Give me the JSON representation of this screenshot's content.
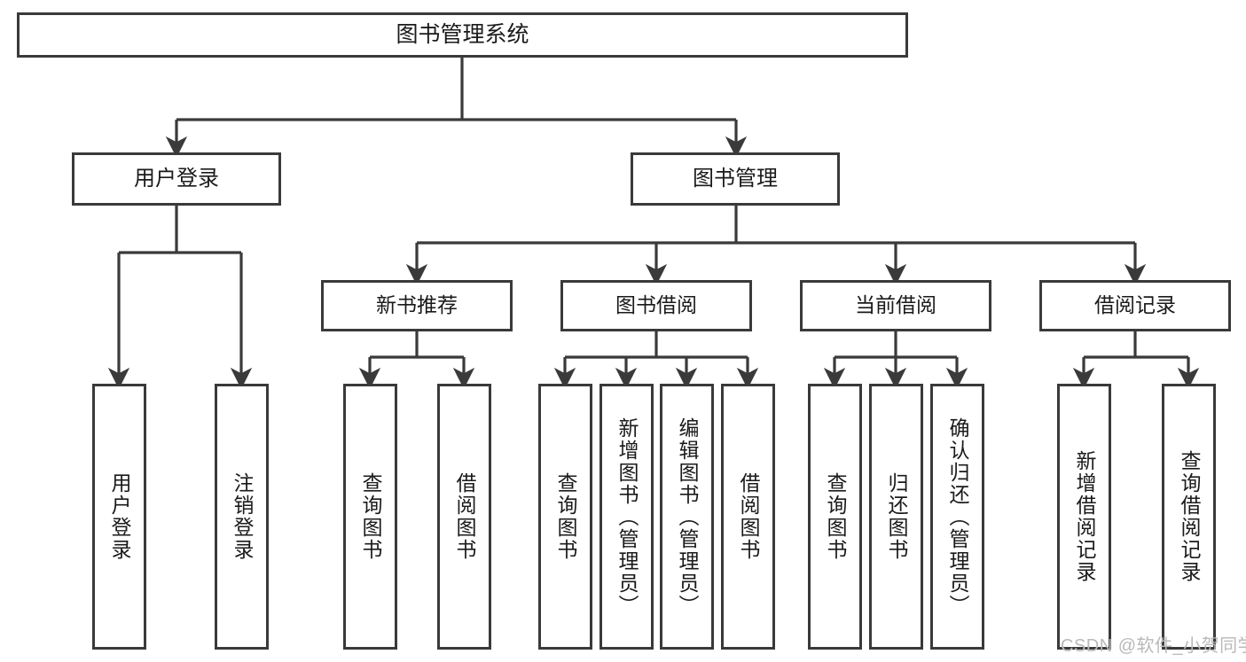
{
  "diagram": {
    "title_node": {
      "label": "图书管理系统"
    },
    "level2": [
      {
        "id": "user-login",
        "label": "用户登录"
      },
      {
        "id": "book-management",
        "label": "图书管理"
      }
    ],
    "level3": [
      {
        "id": "new-book-recommend",
        "label": "新书推荐"
      },
      {
        "id": "book-borrow",
        "label": "图书借阅"
      },
      {
        "id": "current-borrow",
        "label": "当前借阅"
      },
      {
        "id": "borrow-record",
        "label": "借阅记录"
      }
    ],
    "leaves": [
      {
        "id": "leaf-user-login",
        "label": "用户登录"
      },
      {
        "id": "leaf-logout",
        "label": "注销登录"
      },
      {
        "id": "leaf-query-book-1",
        "label": "查询图书"
      },
      {
        "id": "leaf-borrow-book-1",
        "label": "借阅图书"
      },
      {
        "id": "leaf-query-book-2",
        "label": "查询图书"
      },
      {
        "id": "leaf-add-book",
        "label": "新增图书（管理员）"
      },
      {
        "id": "leaf-edit-book",
        "label": "编辑图书（管理员）"
      },
      {
        "id": "leaf-borrow-book-2",
        "label": "借阅图书"
      },
      {
        "id": "leaf-query-book-3",
        "label": "查询图书"
      },
      {
        "id": "leaf-return-book",
        "label": "归还图书"
      },
      {
        "id": "leaf-confirm-return",
        "label": "确认归还（管理员）"
      },
      {
        "id": "leaf-add-record",
        "label": "新增借阅记录"
      },
      {
        "id": "leaf-query-record",
        "label": "查询借阅记录"
      }
    ],
    "colors": {
      "border": "#3a3a3a",
      "background": "#ffffff",
      "text": "#1a1a1a",
      "edge": "#3a3a3a",
      "watermark": "#b9b9b9"
    }
  },
  "watermark": {
    "text": "CSDN @软件_小贺同学"
  }
}
